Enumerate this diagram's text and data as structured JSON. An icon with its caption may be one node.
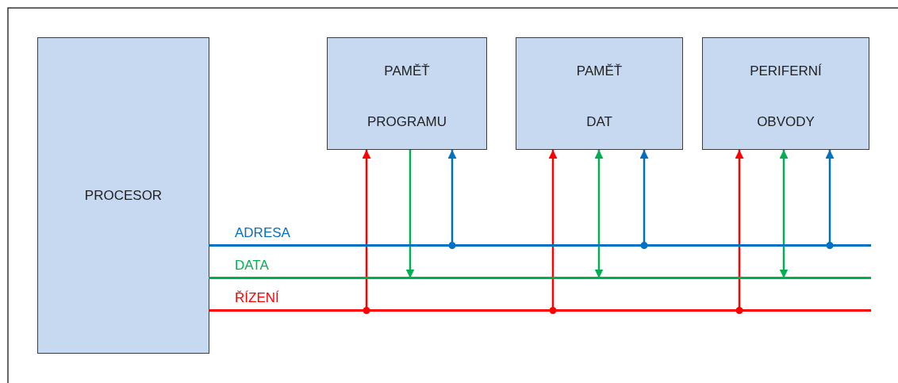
{
  "diagram": {
    "nodes": [
      {
        "text": [
          "PROCESOR"
        ]
      },
      {
        "text": [
          "PAMĚŤ",
          "PROGRAMU"
        ]
      },
      {
        "text": [
          "PAMĚŤ",
          "DAT"
        ]
      },
      {
        "text": [
          "PERIFERNÍ",
          "OBVODY"
        ]
      },
      {
        "text": [],
        "shape": "bar"
      },
      {
        "text": [],
        "shape": "bar"
      },
      {
        "text": [],
        "shape": "bar"
      }
    ],
    "edges": [
      {
        "from": 6,
        "to": 1,
        "arrow": "to",
        "color": "#ff0000"
      },
      {
        "from": 1,
        "to": 5,
        "arrow": "to",
        "color": "#00b050"
      },
      {
        "from": 4,
        "to": 1,
        "arrow": "to",
        "color": "#0070c0"
      },
      {
        "from": 6,
        "to": 2,
        "arrow": "to",
        "color": "#ff0000"
      },
      {
        "from": 2,
        "to": 5,
        "arrow": "both",
        "color": "#00b050"
      },
      {
        "from": 4,
        "to": 2,
        "arrow": "to",
        "color": "#0070c0"
      },
      {
        "from": 6,
        "to": 3,
        "arrow": "to",
        "color": "#ff0000"
      },
      {
        "from": 3,
        "to": 5,
        "arrow": "both",
        "color": "#00b050"
      },
      {
        "from": 4,
        "to": 3,
        "arrow": "to",
        "color": "#0070c0"
      }
    ],
    "labels": [
      "ADRESA",
      "DATA",
      "ŘÍZENÍ"
    ]
  }
}
